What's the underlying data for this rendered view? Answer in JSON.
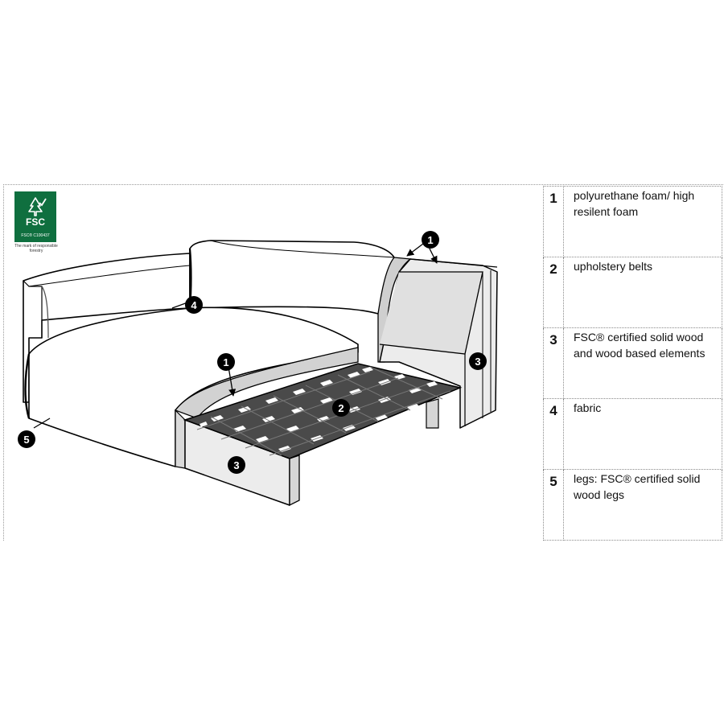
{
  "fsc_logo": {
    "brand": "FSC",
    "license": "FSC® C100437",
    "tagline": "The mark of responsible forestry",
    "color": "#0f6f3f",
    "icon": "tree-checkmark-icon"
  },
  "callouts": [
    {
      "num": "1"
    },
    {
      "num": "4"
    },
    {
      "num": "1"
    },
    {
      "num": "2"
    },
    {
      "num": "3"
    },
    {
      "num": "3"
    },
    {
      "num": "5"
    }
  ],
  "legend": [
    {
      "num": "1",
      "text": "polyurethane foam/ high resilent foam"
    },
    {
      "num": "2",
      "text": "upholstery belts"
    },
    {
      "num": "3",
      "text": "FSC® certified solid wood and wood based elements"
    },
    {
      "num": "4",
      "text": "fabric"
    },
    {
      "num": "5",
      "text": "legs: FSC® certified solid wood legs"
    }
  ]
}
